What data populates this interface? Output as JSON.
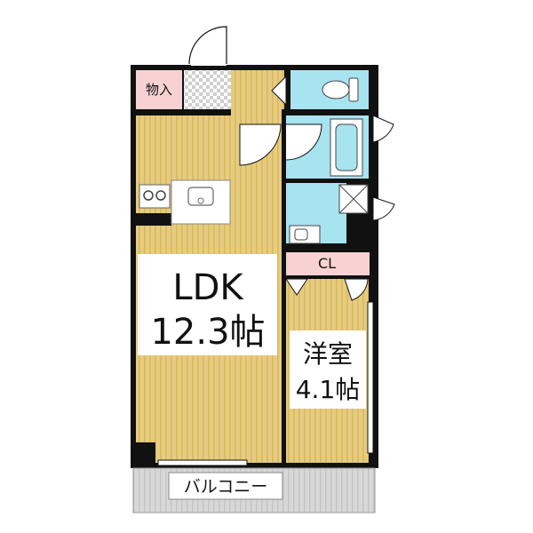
{
  "rooms": {
    "ldk": {
      "name": "LDK",
      "size": "12.3帖"
    },
    "western": {
      "name": "洋室",
      "size": "4.1帖"
    },
    "closet": {
      "name": "CL"
    },
    "storage": {
      "name": "物入"
    },
    "balcony": {
      "name": "バルコニー"
    }
  },
  "colors": {
    "wood": "#E6CC7F",
    "wood_stripe": "#D8B862",
    "wet_area": "#A8E4F0",
    "closet_pink": "#F8D2D2",
    "balcony_gray": "#D4D4D4",
    "wall": "#111111"
  },
  "icons": [
    "stove-icon",
    "kitchen-sink-icon",
    "toilet-icon",
    "bathtub-icon",
    "washbasin-icon",
    "washing-machine-space-icon"
  ]
}
